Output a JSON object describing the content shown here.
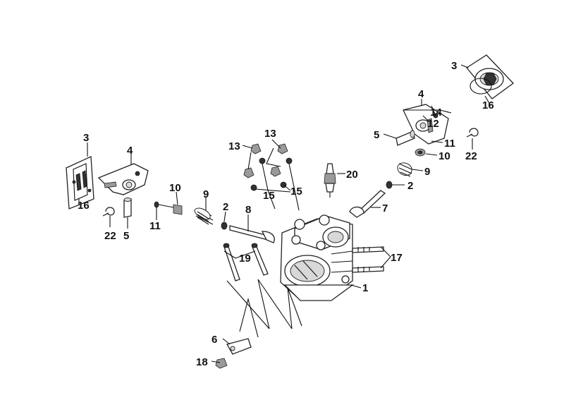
{
  "labels": [
    {
      "id": "left-3",
      "text": "3"
    },
    {
      "id": "left-4",
      "text": "4"
    },
    {
      "id": "left-16",
      "text": "16"
    },
    {
      "id": "left-22",
      "text": "22"
    },
    {
      "id": "left-5",
      "text": "5"
    },
    {
      "id": "left-11",
      "text": "11"
    },
    {
      "id": "left-10",
      "text": "10"
    },
    {
      "id": "left-9",
      "text": "9"
    },
    {
      "id": "left-2",
      "text": "2"
    },
    {
      "id": "left-8",
      "text": "8"
    },
    {
      "id": "center-13",
      "text": "13"
    },
    {
      "id": "center-13b",
      "text": "13"
    },
    {
      "id": "center-15",
      "text": "15"
    },
    {
      "id": "center-15b",
      "text": "15"
    },
    {
      "id": "spark-20",
      "text": "20"
    },
    {
      "id": "center-19",
      "text": "19"
    },
    {
      "id": "center-17",
      "text": "17"
    },
    {
      "id": "center-1",
      "text": "1"
    },
    {
      "id": "bottom-6",
      "text": "6"
    },
    {
      "id": "bottom-18",
      "text": "18"
    },
    {
      "id": "right-3",
      "text": "3"
    },
    {
      "id": "right-4",
      "text": "4"
    },
    {
      "id": "right-16",
      "text": "16"
    },
    {
      "id": "right-14",
      "text": "14"
    },
    {
      "id": "right-12",
      "text": "12"
    },
    {
      "id": "right-5",
      "text": "5"
    },
    {
      "id": "right-11",
      "text": "11"
    },
    {
      "id": "right-10",
      "text": "10"
    },
    {
      "id": "right-22",
      "text": "22"
    },
    {
      "id": "right-9",
      "text": "9"
    },
    {
      "id": "right-2",
      "text": "2"
    },
    {
      "id": "right-7",
      "text": "7"
    }
  ]
}
